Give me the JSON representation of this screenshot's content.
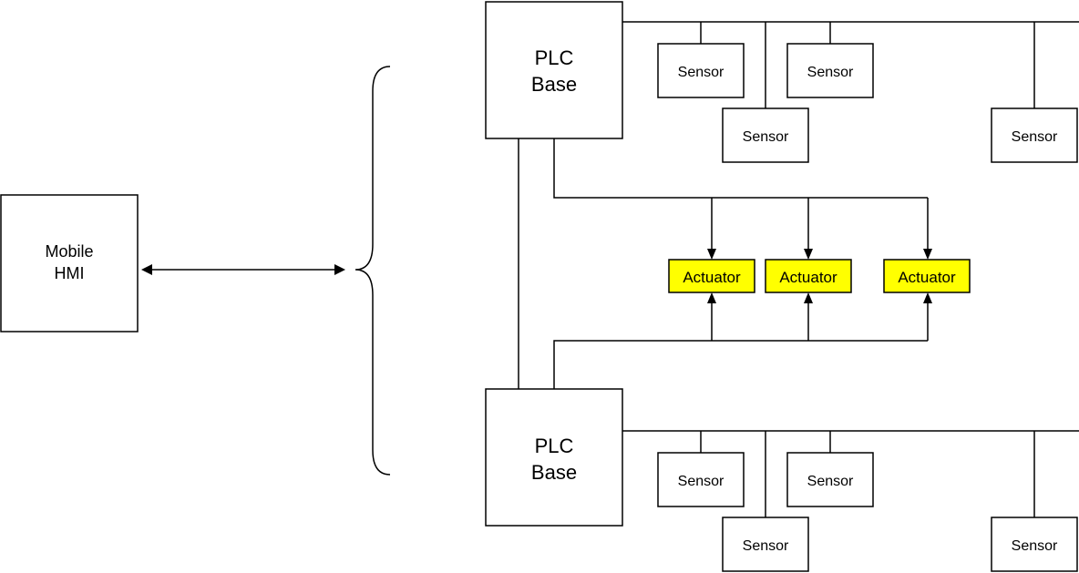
{
  "colors": {
    "line": "#000000",
    "box_fill": "#ffffff",
    "actuator_fill": "#ffff00"
  },
  "hmi": {
    "line1": "Mobile",
    "line2": "HMI"
  },
  "plc_top": {
    "line1": "PLC",
    "line2": "Base"
  },
  "plc_bottom": {
    "line1": "PLC",
    "line2": "Base"
  },
  "sensors_top": [
    "Sensor",
    "Sensor",
    "Sensor",
    "Sensor"
  ],
  "sensors_bottom": [
    "Sensor",
    "Sensor",
    "Sensor",
    "Sensor"
  ],
  "actuators": [
    "Actuator",
    "Actuator",
    "Actuator"
  ]
}
